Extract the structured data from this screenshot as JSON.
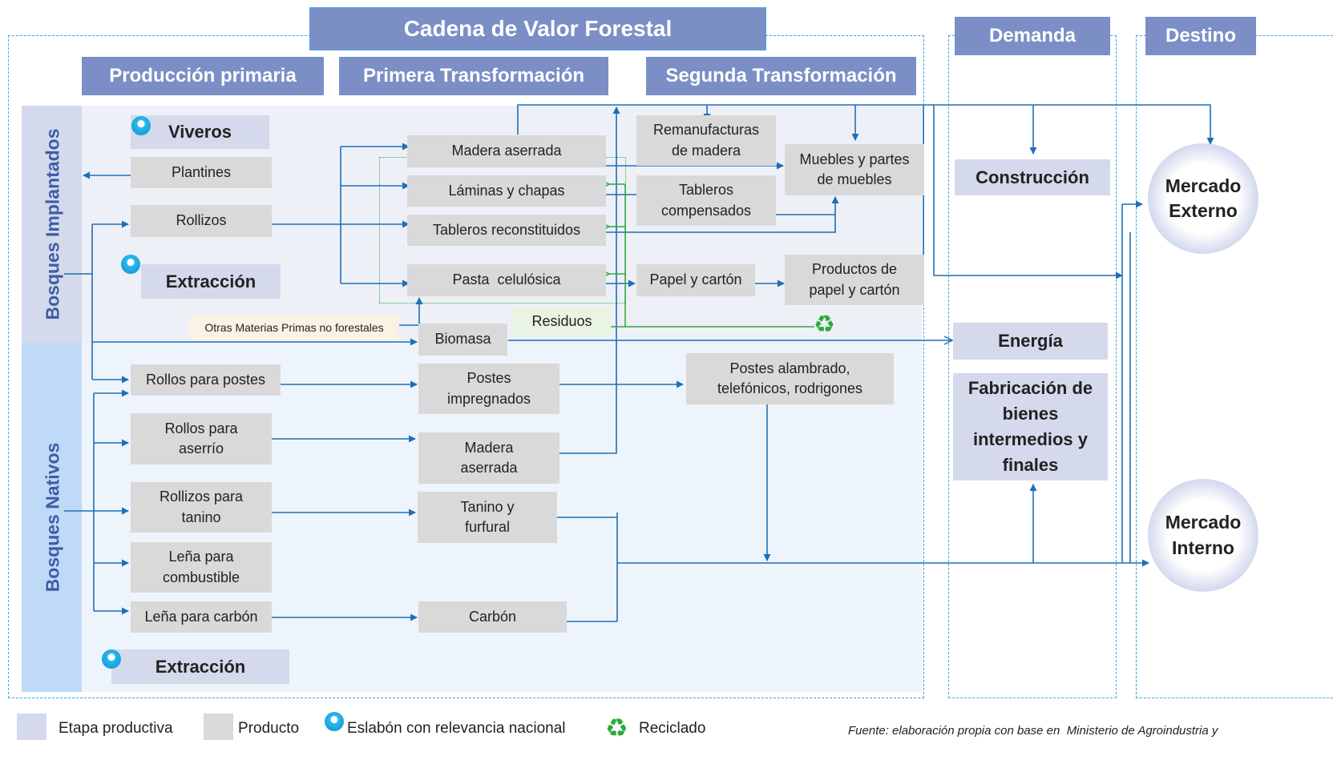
{
  "title": "Cadena de Valor Forestal",
  "headers": {
    "produccion_primaria": "Producción primaria",
    "primera_transformacion": "Primera Transformación",
    "segunda_transformacion": "Segunda Transformación",
    "demanda": "Demanda",
    "destino": "Destino"
  },
  "side_labels": {
    "implantados": "Bosques Implantados",
    "nativos": "Bosques Nativos"
  },
  "stages": {
    "viveros": "Viveros",
    "extraccion_implantados": "Extracción",
    "extraccion_nativos": "Extracción"
  },
  "primary_products": {
    "plantines": "Plantines",
    "rollizos": "Rollizos",
    "rollos_postes": "Rollos para postes",
    "rollos_aserrio": "Rollos para aserrío",
    "rollizos_tanino": "Rollizos para tanino",
    "lena_combustible": "Leña para combustible",
    "lena_carbon": "Leña para carbón"
  },
  "first_transformation": {
    "madera_aserrada": "Madera aserrada",
    "laminas_chapas": "Láminas y chapas",
    "tableros_reconstituidos": "Tableros reconstituidos",
    "pasta_celulosica": "Pasta  celulósica",
    "biomasa": "Biomasa",
    "postes_impregnados": "Postes impregnados",
    "madera_aserrada_nativa": "Madera aserrada",
    "tanino_furfural": "Tanino y furfural",
    "carbon": "Carbón"
  },
  "second_transformation": {
    "remanufacturas": "Remanufacturas de madera",
    "tableros_compensados": "Tableros compensados",
    "muebles": "Muebles y partes de muebles",
    "papel_carton": "Papel y cartón",
    "productos_papel": "Productos de papel y cartón",
    "postes_alambrado": "Postes alambrado, telefónicos, rodrigones"
  },
  "other_inputs": "Otras Materias Primas no forestales",
  "residuos": "Residuos",
  "demand": {
    "construccion": "Construcción",
    "energia": "Energía",
    "fabricacion": "Fabricación de bienes intermedios y finales"
  },
  "destination": {
    "externo": "Mercado Externo",
    "interno": "Mercado Interno"
  },
  "legend": {
    "etapa": "Etapa productiva",
    "producto": "Producto",
    "eslabon": "Eslabón con relevancia nacional",
    "reciclado": "Reciclado"
  },
  "source": "Fuente: elaboración propia con base en  Ministerio de Agroindustria y",
  "colors": {
    "header": "#7b8fc6",
    "stage": "#d5d9ec",
    "product": "#d9d9d9",
    "arrow": "#1f6fb5",
    "recycle": "#2bab3a"
  },
  "icons": {
    "node_marker": "blue-dot-icon",
    "recycle": "recycle-icon"
  }
}
